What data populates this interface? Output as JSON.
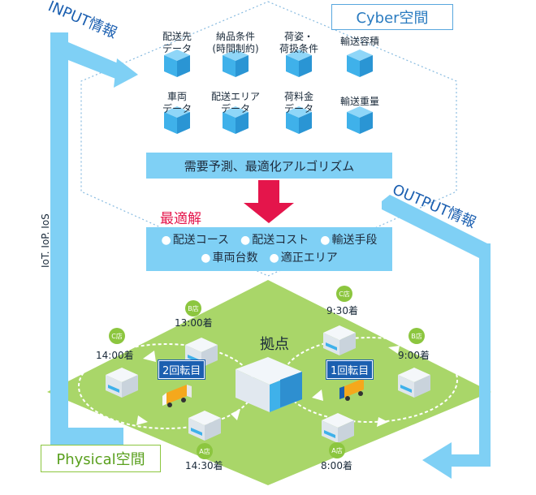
{
  "labels": {
    "cyber": "Cyber空間",
    "physical": "Physical空間",
    "input": "INPUT情報",
    "output": "OUTPUT情報",
    "iot": "IoT. IoP. IoS"
  },
  "data_items": [
    {
      "line1": "配送先",
      "line2": "データ"
    },
    {
      "line1": "納品条件",
      "line2": "(時間制約)"
    },
    {
      "line1": "荷姿・",
      "line2": "荷扱条件"
    },
    {
      "line1": "輸送容積",
      "line2": ""
    },
    {
      "line1": "車両",
      "line2": "データ"
    },
    {
      "line1": "配送エリア",
      "line2": "データ"
    },
    {
      "line1": "荷料金",
      "line2": "データ"
    },
    {
      "line1": "輸送重量",
      "line2": ""
    }
  ],
  "algorithm": "需要予測、最適化アルゴリズム",
  "optimal_title": "最適解",
  "optimal_items_row1": [
    "配送コース",
    "配送コスト",
    "輸送手段"
  ],
  "optimal_items_row2": [
    "車両台数",
    "適正エリア"
  ],
  "hub": "拠点",
  "route_left": {
    "trip_label": "2回転目",
    "stores": [
      {
        "name": "B店",
        "time": "13:00着"
      },
      {
        "name": "C店",
        "time": "14:00着"
      },
      {
        "name": "A店",
        "time": "14:30着"
      }
    ]
  },
  "route_right": {
    "trip_label": "1回転目",
    "stores": [
      {
        "name": "C店",
        "time": "9:30着"
      },
      {
        "name": "B店",
        "time": "9:00着"
      },
      {
        "name": "A店",
        "time": "8:00着"
      }
    ]
  },
  "colors": {
    "arrow_blue": "#7fd0f5",
    "cube": "#3fb1ea",
    "field": "#a9d669",
    "store_badge": "#8cc63f",
    "down_arrow": "#e4154b",
    "trip_tag": "#1b5fb0"
  }
}
